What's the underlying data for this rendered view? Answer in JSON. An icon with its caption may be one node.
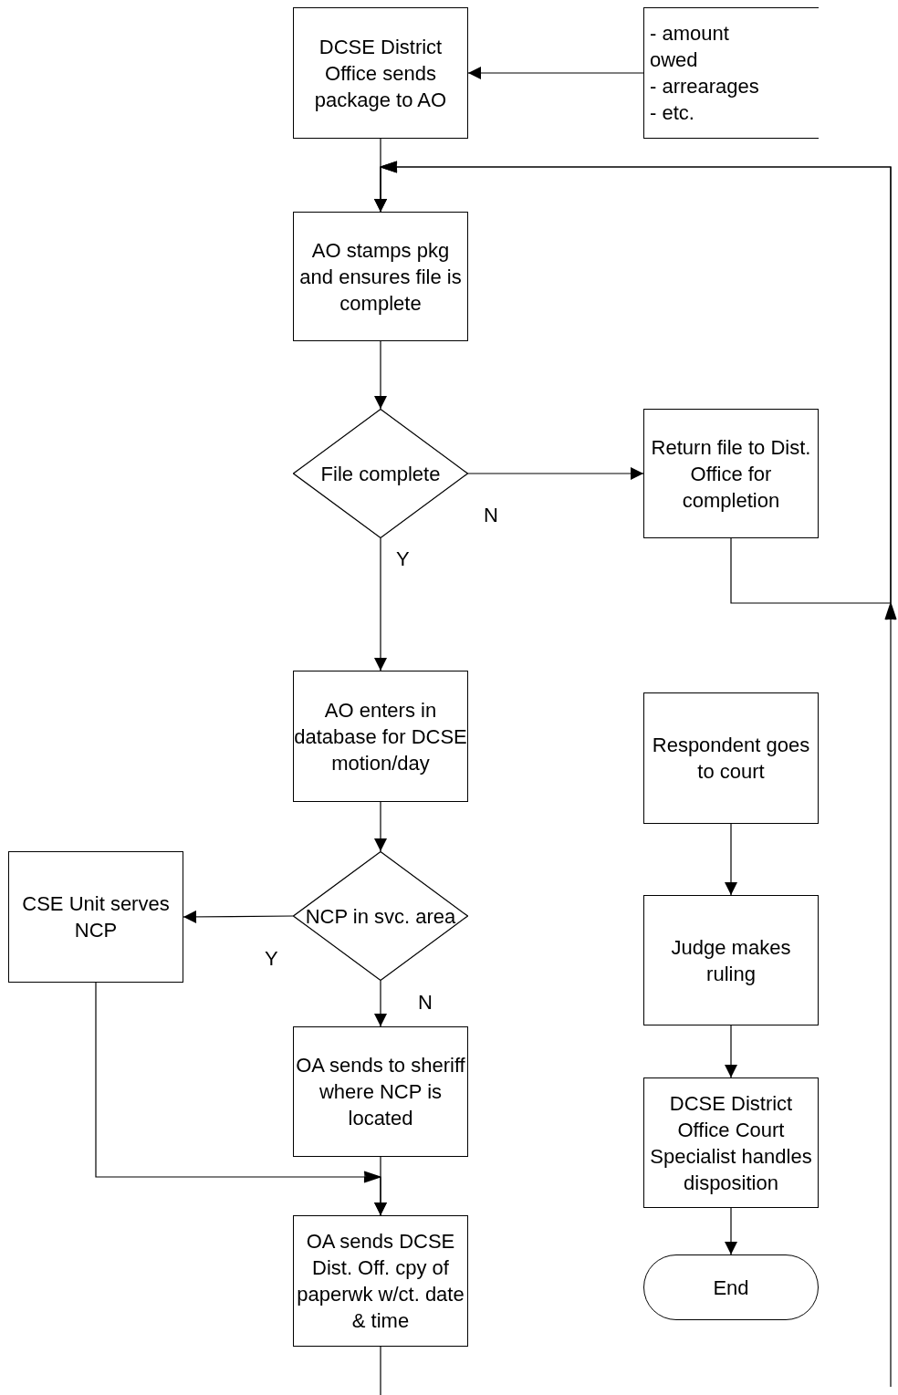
{
  "diagram": {
    "nodes": [
      {
        "text": [
          "DCSE District Office sends package to AO"
        ]
      },
      {
        "text": [
          "- amount owed",
          "- arrearages",
          "- etc."
        ]
      },
      {
        "text": [
          "AO stamps pkg and ensures file is complete"
        ]
      },
      {
        "text": [
          "File complete"
        ]
      },
      {
        "text": [
          "Return file to Dist. Office for completion"
        ]
      },
      {
        "text": [
          "AO enters in database for DCSE motion/day"
        ]
      },
      {
        "text": [
          "Respondent goes to court"
        ]
      },
      {
        "text": [
          "NCP in svc. area"
        ]
      },
      {
        "text": [
          "CSE Unit serves NCP"
        ]
      },
      {
        "text": [
          "Judge makes ruling"
        ]
      },
      {
        "text": [
          "OA sends to sheriff where NCP is located"
        ]
      },
      {
        "text": [
          "DCSE District Office Court Specialist handles disposition"
        ]
      },
      {
        "text": [
          "OA sends DCSE Dist. Off. cpy of paperwk w/ct. date & time"
        ]
      },
      {
        "text": [
          "End"
        ]
      }
    ],
    "edges": [
      {
        "from": 1,
        "to": 0,
        "arrow": "to"
      },
      {
        "from": 0,
        "to": 2,
        "arrow": "to"
      },
      {
        "from": 4,
        "to": 2,
        "arrow": "to"
      },
      {
        "from": null,
        "to": 2,
        "arrow": "to"
      },
      {
        "from": 2,
        "to": 3,
        "arrow": "to"
      },
      {
        "from": 3,
        "to": 4,
        "arrow": "to",
        "label": "N"
      },
      {
        "from": 3,
        "to": 5,
        "arrow": "to",
        "label": "Y"
      },
      {
        "from": 5,
        "to": 7,
        "arrow": "to"
      },
      {
        "from": 7,
        "to": 8,
        "arrow": "to",
        "label": "Y"
      },
      {
        "from": 7,
        "to": 10,
        "arrow": "to",
        "label": "N"
      },
      {
        "from": 10,
        "to": 12,
        "arrow": "to"
      },
      {
        "from": 8,
        "to": 12,
        "arrow": "to"
      },
      {
        "from": 6,
        "to": 9,
        "arrow": "to"
      },
      {
        "from": 9,
        "to": 11,
        "arrow": "to"
      },
      {
        "from": 11,
        "to": 13,
        "arrow": "to"
      },
      {
        "from": 12,
        "to": null,
        "arrow": "none"
      }
    ]
  }
}
